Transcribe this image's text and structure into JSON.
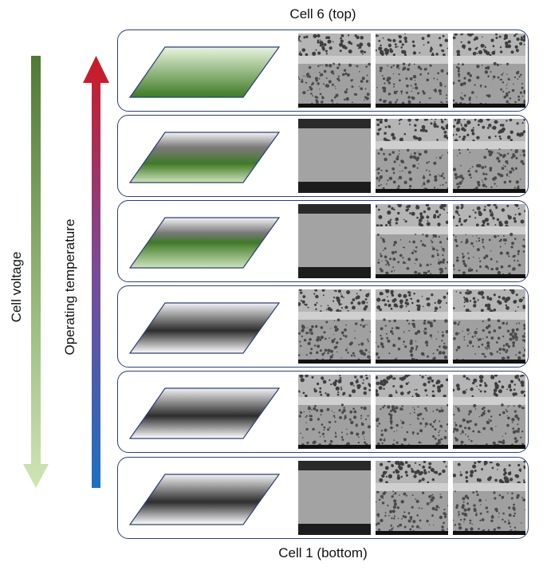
{
  "labels": {
    "top": "Cell 6 (top)",
    "bottom": "Cell 1 (bottom)",
    "left_axis": "Cell voltage",
    "right_axis": "Operating temperature"
  },
  "colors": {
    "voltage_top": "#4f7a32",
    "voltage_bottom": "#cfe6b4",
    "temp_top": "#cc1a24",
    "temp_bottom": "#1c6fc2",
    "panel_border": "#2b3f7a"
  },
  "cells": [
    {
      "id": "cell-6",
      "green_fraction": 1.0
    },
    {
      "id": "cell-5",
      "green_fraction": 0.6
    },
    {
      "id": "cell-4",
      "green_fraction": 0.25
    },
    {
      "id": "cell-3",
      "green_fraction": 0.0
    },
    {
      "id": "cell-2",
      "green_fraction": 0.0
    },
    {
      "id": "cell-1",
      "green_fraction": 0.0
    }
  ]
}
